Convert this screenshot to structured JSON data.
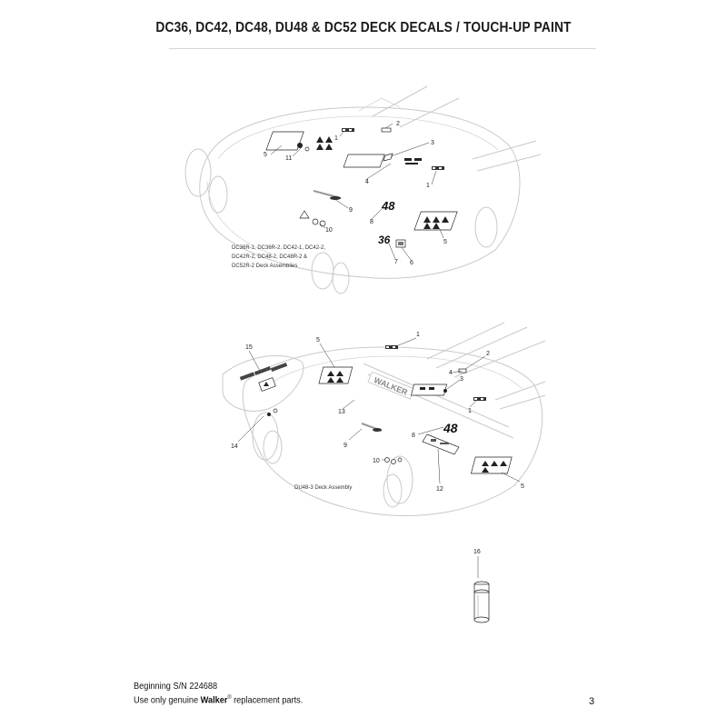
{
  "header": {
    "title": "DC36, DC42, DC48, DU48 & DC52 DECK DECALS / TOUCH-UP PAINT"
  },
  "figure1": {
    "caption_lines": [
      "DC36R-1, DC36R-2, DC42-1, DC42-2,",
      "DC42R-2, DC48-2, DC48R-2 &",
      "DC52R-2 Deck Assemblies"
    ],
    "callouts": {
      "c1a": "1",
      "c2": "2",
      "c3": "3",
      "c5a": "5",
      "c11": "11",
      "c4": "4",
      "c1b": "1",
      "c9": "9",
      "c8": "8",
      "c10": "10",
      "c5b": "5",
      "c7": "7",
      "c6": "6"
    },
    "size_labels": {
      "s48": "48",
      "s36": "36"
    }
  },
  "figure2": {
    "caption": "DU48-3 Deck Assembly",
    "brand_text": "WALKER",
    "callouts": {
      "c1": "1",
      "c15": "15",
      "c5a": "5",
      "c2": "2",
      "c4": "4",
      "c3": "3",
      "c1b": "1",
      "c13": "13",
      "c14": "14",
      "c8": "8",
      "c9": "9",
      "c10": "10",
      "c12": "12",
      "c5b": "5"
    },
    "size_labels": {
      "s48": "48"
    }
  },
  "figure3": {
    "callouts": {
      "c16": "16"
    }
  },
  "footer": {
    "line1": "Beginning S/N 224688",
    "line2_prefix": "Use only genuine ",
    "line2_brand": "Walker",
    "line2_mark": "®",
    "line2_suffix": " replacement parts.",
    "page_number": "3"
  }
}
